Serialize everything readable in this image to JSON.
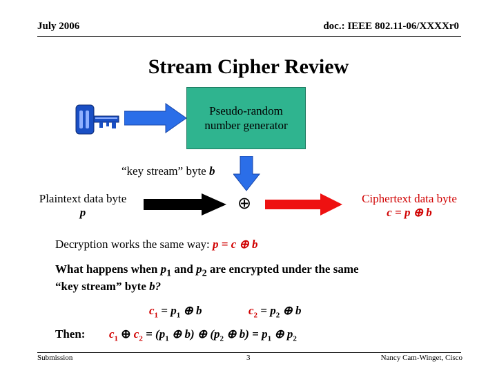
{
  "header": {
    "date": "July 2006",
    "doc_id": "doc.: IEEE 802.11-06/XXXXr0"
  },
  "title": "Stream Cipher Review",
  "prng": {
    "line1": "Pseudo-random",
    "line2": "number generator"
  },
  "keystream": {
    "label": "“key stream” byte ",
    "var": "b"
  },
  "plaintext": {
    "label": "Plaintext data byte",
    "var": "p"
  },
  "xor_symbol": "⊕",
  "ciphertext": {
    "label": "Ciphertext data byte",
    "eq": "c = p ⊕ b"
  },
  "decryption": {
    "prefix": "Decryption works the same way: ",
    "eq": "p = c ⊕ b"
  },
  "question": {
    "line1_a": "What happens when ",
    "p1": "p",
    "sub1": "1",
    "mid": " and ",
    "p2": "p",
    "sub2": "2",
    "line1_b": " are encrypted under the same",
    "line2": "“key stream” byte ",
    "line2_var": "b?"
  },
  "equations": {
    "c1": "c",
    "c1_sub": "1",
    "c1_rhs_a": " = p",
    "c1_rhs_sub": "1",
    "c1_rhs_b": " ⊕ b",
    "c2": "c",
    "c2_sub": "2",
    "c2_rhs_a": " = p",
    "c2_rhs_sub": "2",
    "c2_rhs_b": " ⊕ b"
  },
  "then": {
    "label": "Then:",
    "c1": "c",
    "c1_sub": "1",
    "xor": " ⊕ ",
    "c2": "c",
    "c2_sub": "2",
    "rest_a": " = (p",
    "rest_sub1": "1",
    "rest_b": " ⊕ b)  ⊕ (p",
    "rest_sub2": "2",
    "rest_c": " ⊕ b) = p",
    "rest_sub3": "1",
    "rest_d": " ⊕ p",
    "rest_sub4": "2"
  },
  "footer": {
    "left": "Submission",
    "page": "3",
    "right": "Nancy Cam-Winget, Cisco"
  },
  "colors": {
    "prng_fill": "#2fb48f",
    "key_blue": "#1a4fc4",
    "arrow_blue": "#2b6ee8",
    "arrow_black": "#000000",
    "arrow_red": "#ee1111",
    "text_red": "#d00000"
  }
}
